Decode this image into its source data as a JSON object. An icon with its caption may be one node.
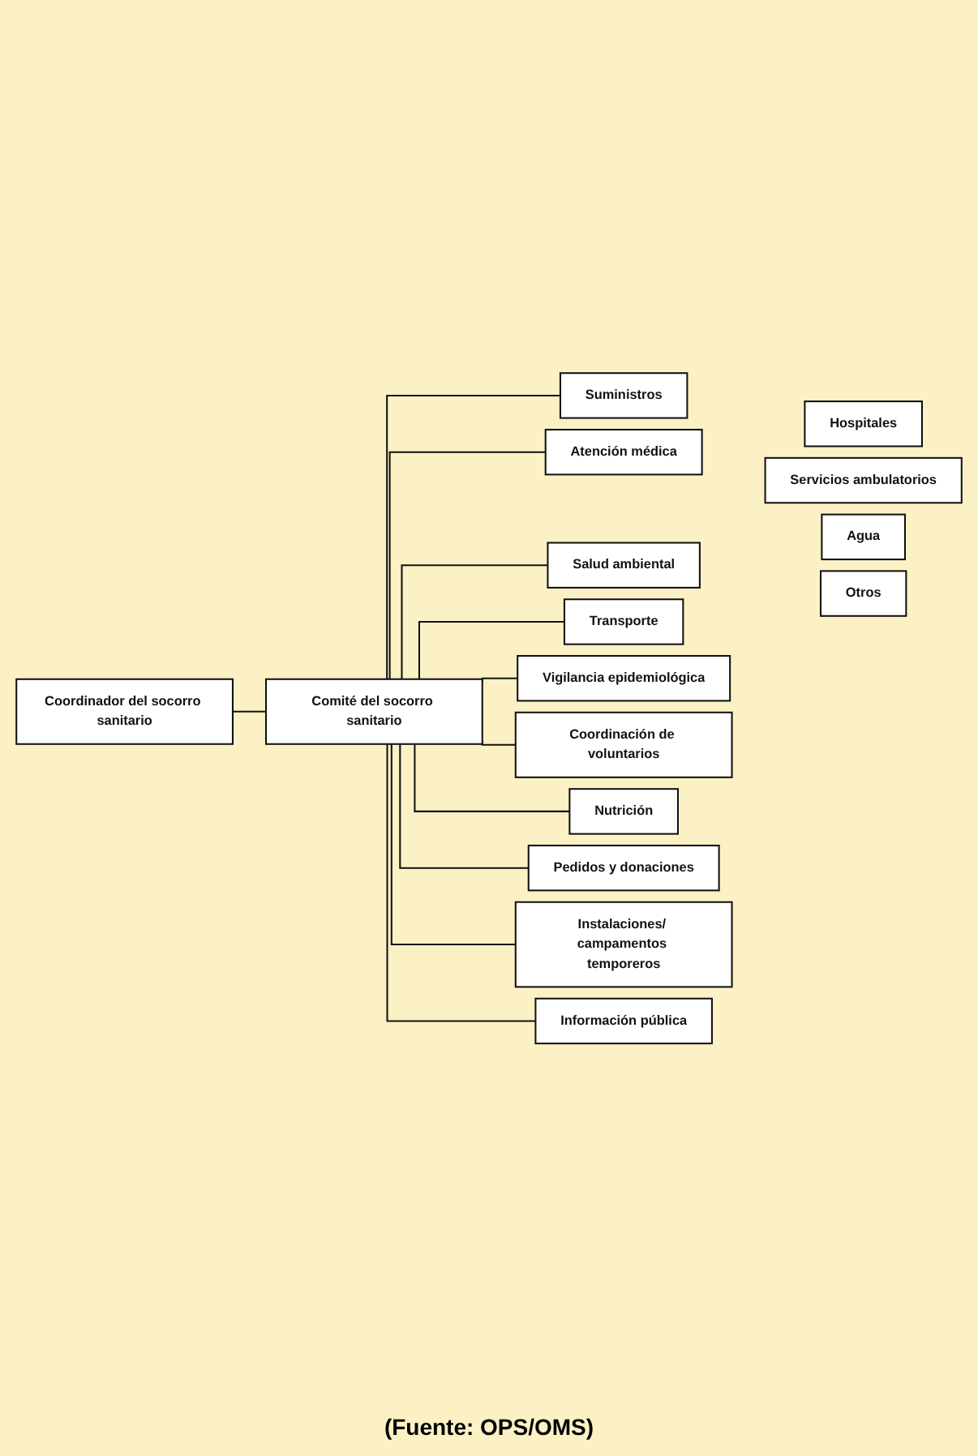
{
  "diagram": {
    "caption": "(Fuente: OPS/OMS)",
    "nodes": [
      {
        "text": [
          "Coordinador del socorro sanitario"
        ]
      },
      {
        "text": [
          "Comité del socorro sanitario"
        ]
      },
      {
        "text": [
          "Hospitales"
        ]
      },
      {
        "text": [
          "Suministros"
        ]
      },
      {
        "text": [
          "Atención médica"
        ]
      },
      {
        "text": [
          "Servicios ambulatorios"
        ]
      },
      {
        "text": [
          "Agua"
        ]
      },
      {
        "text": [
          "Salud ambiental"
        ]
      },
      {
        "text": [
          "Transporte"
        ]
      },
      {
        "text": [
          "Otros"
        ]
      },
      {
        "text": [
          "Vigilancia epidemiológica"
        ]
      },
      {
        "text": [
          "Coordinación de voluntarios"
        ]
      },
      {
        "text": [
          "Nutrición"
        ]
      },
      {
        "text": [
          "Pedidos y donaciones"
        ]
      },
      {
        "text": [
          "Instalaciones/ campamentos temporeros"
        ]
      },
      {
        "text": [
          "Información pública"
        ]
      }
    ],
    "edges": [
      {
        "from": 0,
        "to": 1,
        "arrow": "none"
      },
      {
        "from": 1,
        "to": 4,
        "arrow": "none"
      },
      {
        "from": 1,
        "to": 7,
        "arrow": "none"
      },
      {
        "from": 1,
        "to": 10,
        "arrow": "none"
      },
      {
        "from": 1,
        "to": 12,
        "arrow": "none"
      },
      {
        "from": 1,
        "to": 14,
        "arrow": "none"
      },
      {
        "from": 1,
        "to": 3,
        "arrow": "none"
      },
      {
        "from": 1,
        "to": 8,
        "arrow": "none"
      },
      {
        "from": 1,
        "to": 11,
        "arrow": "none"
      },
      {
        "from": 1,
        "to": 13,
        "arrow": "none"
      },
      {
        "from": 1,
        "to": 15,
        "arrow": "none"
      }
    ]
  }
}
